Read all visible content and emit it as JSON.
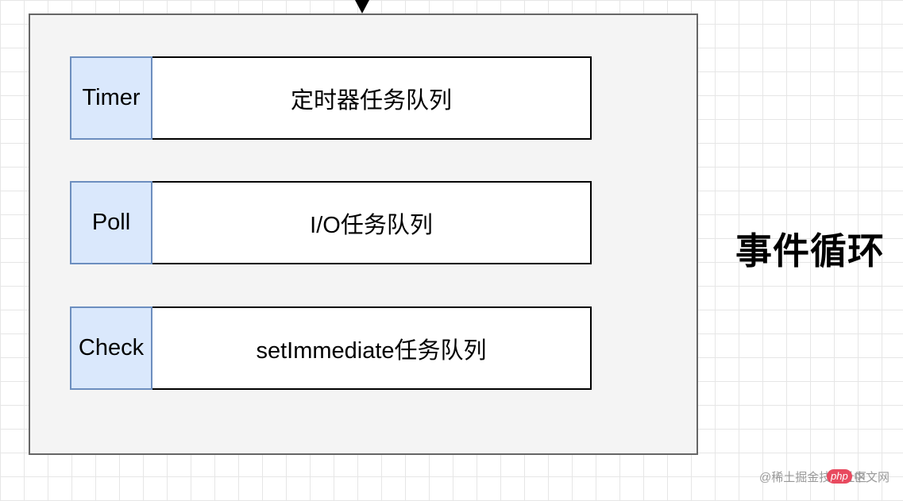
{
  "rows": [
    {
      "label": "Timer",
      "description": "定时器任务队列"
    },
    {
      "label": "Poll",
      "description": "I/O任务队列"
    },
    {
      "label": "Check",
      "description": "setImmediate任务队列"
    }
  ],
  "title": "事件循环",
  "watermark": {
    "text": "@稀土掘金技术社区",
    "badge": "php",
    "suffix": "中文网"
  },
  "colors": {
    "label_fill": "#dae8fc",
    "label_border": "#6c8ebf",
    "container_fill": "#f4f4f4",
    "container_border": "#666666"
  }
}
